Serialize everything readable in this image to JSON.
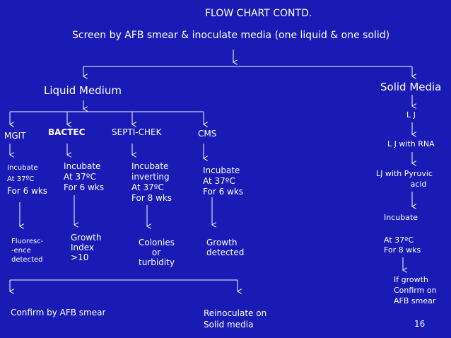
{
  "title": "FLOW CHART CONTD.",
  "subtitle": "Screen by AFB smear & inoculate media (one liquid & one solid)",
  "liquid_medium": "Liquid Medium",
  "solid_media": "Solid Media",
  "mgit": {
    "label": "MGIT",
    "incubate_lines": [
      "Incubate",
      "At 37ºC",
      "For 6 wks"
    ],
    "result_lines": [
      "Fluoresc-",
      "-ence",
      "detected"
    ]
  },
  "bactec": {
    "label": "BACTEC",
    "incubate_lines": [
      "Incubate",
      "At 37ºC",
      "For 6 wks"
    ],
    "result_lines": [
      "Growth",
      "Index",
      ">10"
    ]
  },
  "septi_chek": {
    "label": "SEPTI-CHEK",
    "incubate_lines": [
      "Incubate",
      "inverting",
      "At 37ºC",
      "For 8 wks"
    ],
    "result_lines": [
      "Colonies",
      "or",
      "turbidity"
    ]
  },
  "cms": {
    "label": "CMS",
    "incubate_lines": [
      "Incubate",
      "At 37ºC",
      "For 6 wks"
    ],
    "result_lines": [
      "Growth",
      "detected"
    ]
  },
  "solid": {
    "lj": "L J",
    "lj_rna": "L J with RNA",
    "lj_pyruvic_lines": [
      "LJ with Pyruvic",
      "acid"
    ],
    "incubate": "Incubate",
    "incubate_lines": [
      "At 37ºC",
      "For 8 wks"
    ],
    "growth_lines": [
      "If growth",
      "Confirm on",
      "AFB smear"
    ]
  },
  "confirm_afb": "Confirm by AFB smear",
  "reinoculate_lines": [
    "Reinoculate on",
    "Solid media"
  ],
  "page_number": "16",
  "colors": {
    "background": "#1a1ab4",
    "text": "#ffffff",
    "lines": "#ffffff"
  }
}
